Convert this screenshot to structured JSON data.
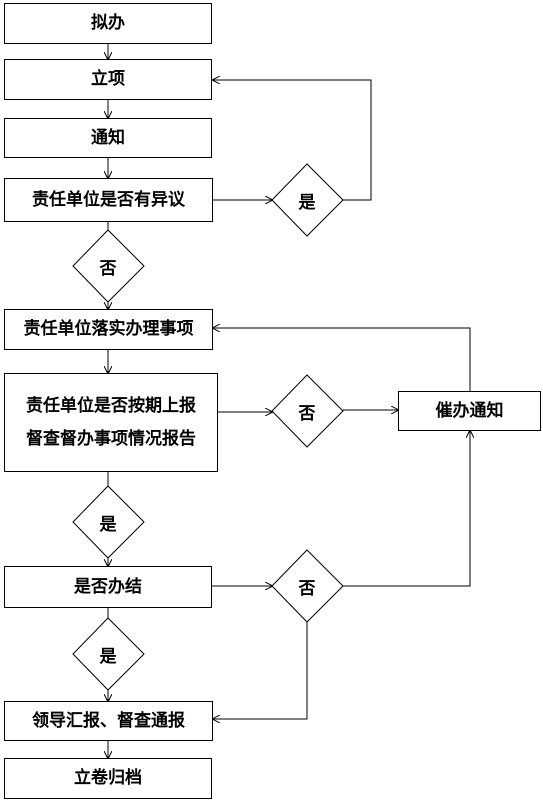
{
  "nodes": {
    "draft": "拟办",
    "establish": "立项",
    "notify": "通知",
    "objection_check": "责任单位是否有异议",
    "implement": "责任单位落实办理事项",
    "report_check_line1": "责任单位是否按期上报",
    "report_check_line2": "督查督办事项情况报告",
    "reminder": "催办通知",
    "completed_check": "是否办结",
    "leader_report": "领导汇报、督查通报",
    "archive": "立卷归档"
  },
  "decisions": {
    "objection_yes": "是",
    "objection_no": "否",
    "report_no": "否",
    "report_yes": "是",
    "completed_no": "否",
    "completed_yes": "是"
  }
}
